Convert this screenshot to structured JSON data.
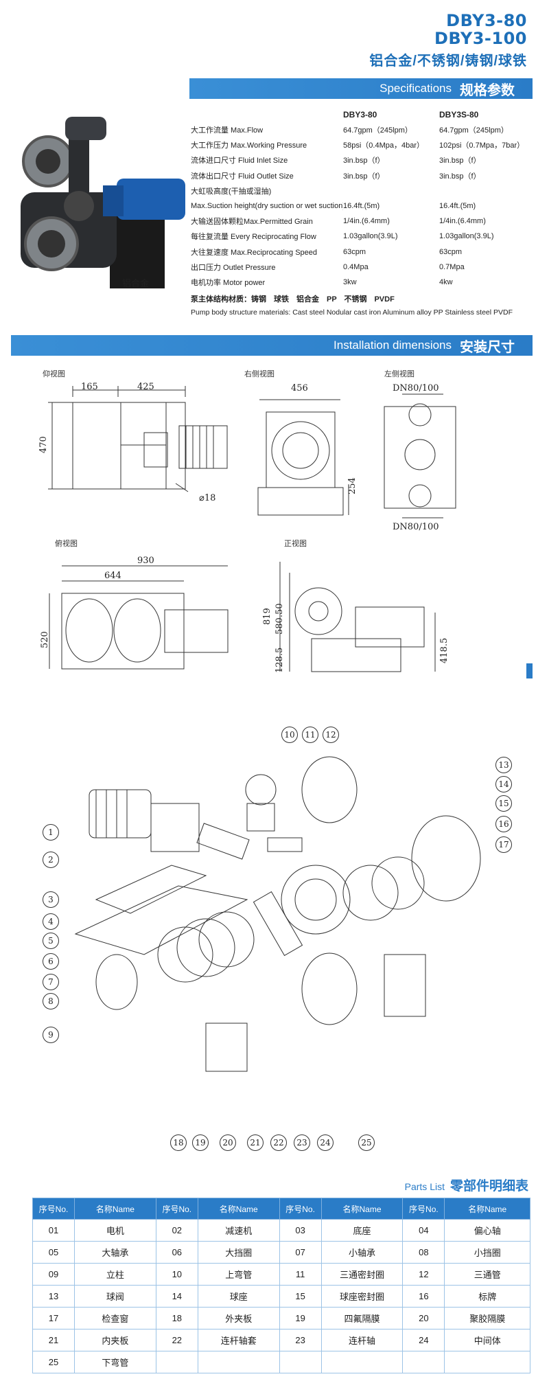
{
  "header": {
    "model_line1": "DBY3-80",
    "model_line2": "DBY3-100",
    "materials": "铝合金/不锈钢/铸钢/球铁"
  },
  "photo_caption": "铝合金",
  "specs": {
    "bar_en": "Specifications",
    "bar_cn": "规格参数",
    "col1": "DBY3-80",
    "col2": "DBY3S-80",
    "rows": [
      {
        "label": "大工作流量 Max.Flow",
        "v1": "64.7gpm（245lpm）",
        "v2": "64.7gpm（245lpm）"
      },
      {
        "label": "大工作压力 Max.Working Pressure",
        "v1": "58psi（0.4Mpa，4bar）",
        "v2": "102psi（0.7Mpa，7bar）"
      },
      {
        "label": "流体进口尺寸 Fluid Inlet Size",
        "v1": "3in.bsp（f）",
        "v2": "3in.bsp（f）"
      },
      {
        "label": "流体出口尺寸 Fluid Outlet Size",
        "v1": "3in.bsp（f）",
        "v2": "3in.bsp（f）"
      },
      {
        "label": "大虹吸高度(干抽或湿抽)",
        "v1": "",
        "v2": ""
      },
      {
        "label": "Max.Suction height(dry suction or wet suction)",
        "v1": "16.4ft.(5m)",
        "v2": "16.4ft.(5m)"
      },
      {
        "label": "大输送固体颗粒Max.Permitted Grain",
        "v1": "1/4in.(6.4mm)",
        "v2": "1/4in.(6.4mm)"
      },
      {
        "label": "每往复流量 Every Reciprocating Flow",
        "v1": "1.03gallon(3.9L)",
        "v2": "1.03gallon(3.9L)"
      },
      {
        "label": "大往复速度 Max.Reciprocating Speed",
        "v1": "63cpm",
        "v2": "63cpm"
      },
      {
        "label": "出口压力 Outlet Pressure",
        "v1": "0.4Mpa",
        "v2": "0.7Mpa"
      },
      {
        "label": "电机功率 Motor power",
        "v1": "3kw",
        "v2": "4kw"
      }
    ],
    "materials_cn": "泵主体结构材质：铸钢　球铁　铝合金　PP　不锈钢　PVDF",
    "materials_en": "Pump body structure materials: Cast steel  Nodular cast iron  Aluminum alloy  PP  Stainless steel  PVDF"
  },
  "install": {
    "bar_en": "Installation dimensions",
    "bar_cn": "安装尺寸",
    "view_bottom": "仰视图",
    "view_right": "右侧视图",
    "view_left": "左侧视图",
    "view_top": "俯视图",
    "view_front": "正视图",
    "dims": {
      "d165": "165",
      "d425": "425",
      "d470": "470",
      "d18": "⌀18",
      "d456": "456",
      "d254": "254",
      "dn_top": "DN80/100",
      "dn_bottom": "DN80/100",
      "d930": "930",
      "d644": "644",
      "d520": "520",
      "d819": "819",
      "d580": "580.50",
      "d128": "128.5",
      "d418": "418.5"
    }
  },
  "exploded": {
    "callouts": [
      "1",
      "2",
      "3",
      "4",
      "5",
      "6",
      "7",
      "8",
      "9",
      "10",
      "11",
      "12",
      "13",
      "14",
      "15",
      "16",
      "17",
      "18",
      "19",
      "20",
      "21",
      "22",
      "23",
      "24",
      "25"
    ]
  },
  "parts": {
    "title_en": "Parts List",
    "title_cn": "零部件明细表",
    "head_no": "序号No.",
    "head_name": "名称Name",
    "rows": [
      [
        [
          "01",
          "电机"
        ],
        [
          "02",
          "减速机"
        ],
        [
          "03",
          "底座"
        ],
        [
          "04",
          "偏心轴"
        ]
      ],
      [
        [
          "05",
          "大轴承"
        ],
        [
          "06",
          "大挡圈"
        ],
        [
          "07",
          "小轴承"
        ],
        [
          "08",
          "小挡圈"
        ]
      ],
      [
        [
          "09",
          "立柱"
        ],
        [
          "10",
          "上弯管"
        ],
        [
          "11",
          "三通密封圈"
        ],
        [
          "12",
          "三通管"
        ]
      ],
      [
        [
          "13",
          "球阀"
        ],
        [
          "14",
          "球座"
        ],
        [
          "15",
          "球座密封圈"
        ],
        [
          "16",
          "标牌"
        ]
      ],
      [
        [
          "17",
          "检查窗"
        ],
        [
          "18",
          "外夹板"
        ],
        [
          "19",
          "四氟隔膜"
        ],
        [
          "20",
          "聚胶隔膜"
        ]
      ],
      [
        [
          "21",
          "内夹板"
        ],
        [
          "22",
          "连杆轴套"
        ],
        [
          "23",
          "连杆轴"
        ],
        [
          "24",
          "中间体"
        ]
      ],
      [
        [
          "25",
          "下弯管"
        ],
        [
          "",
          ""
        ],
        [
          "",
          ""
        ],
        [
          "",
          ""
        ]
      ]
    ]
  }
}
